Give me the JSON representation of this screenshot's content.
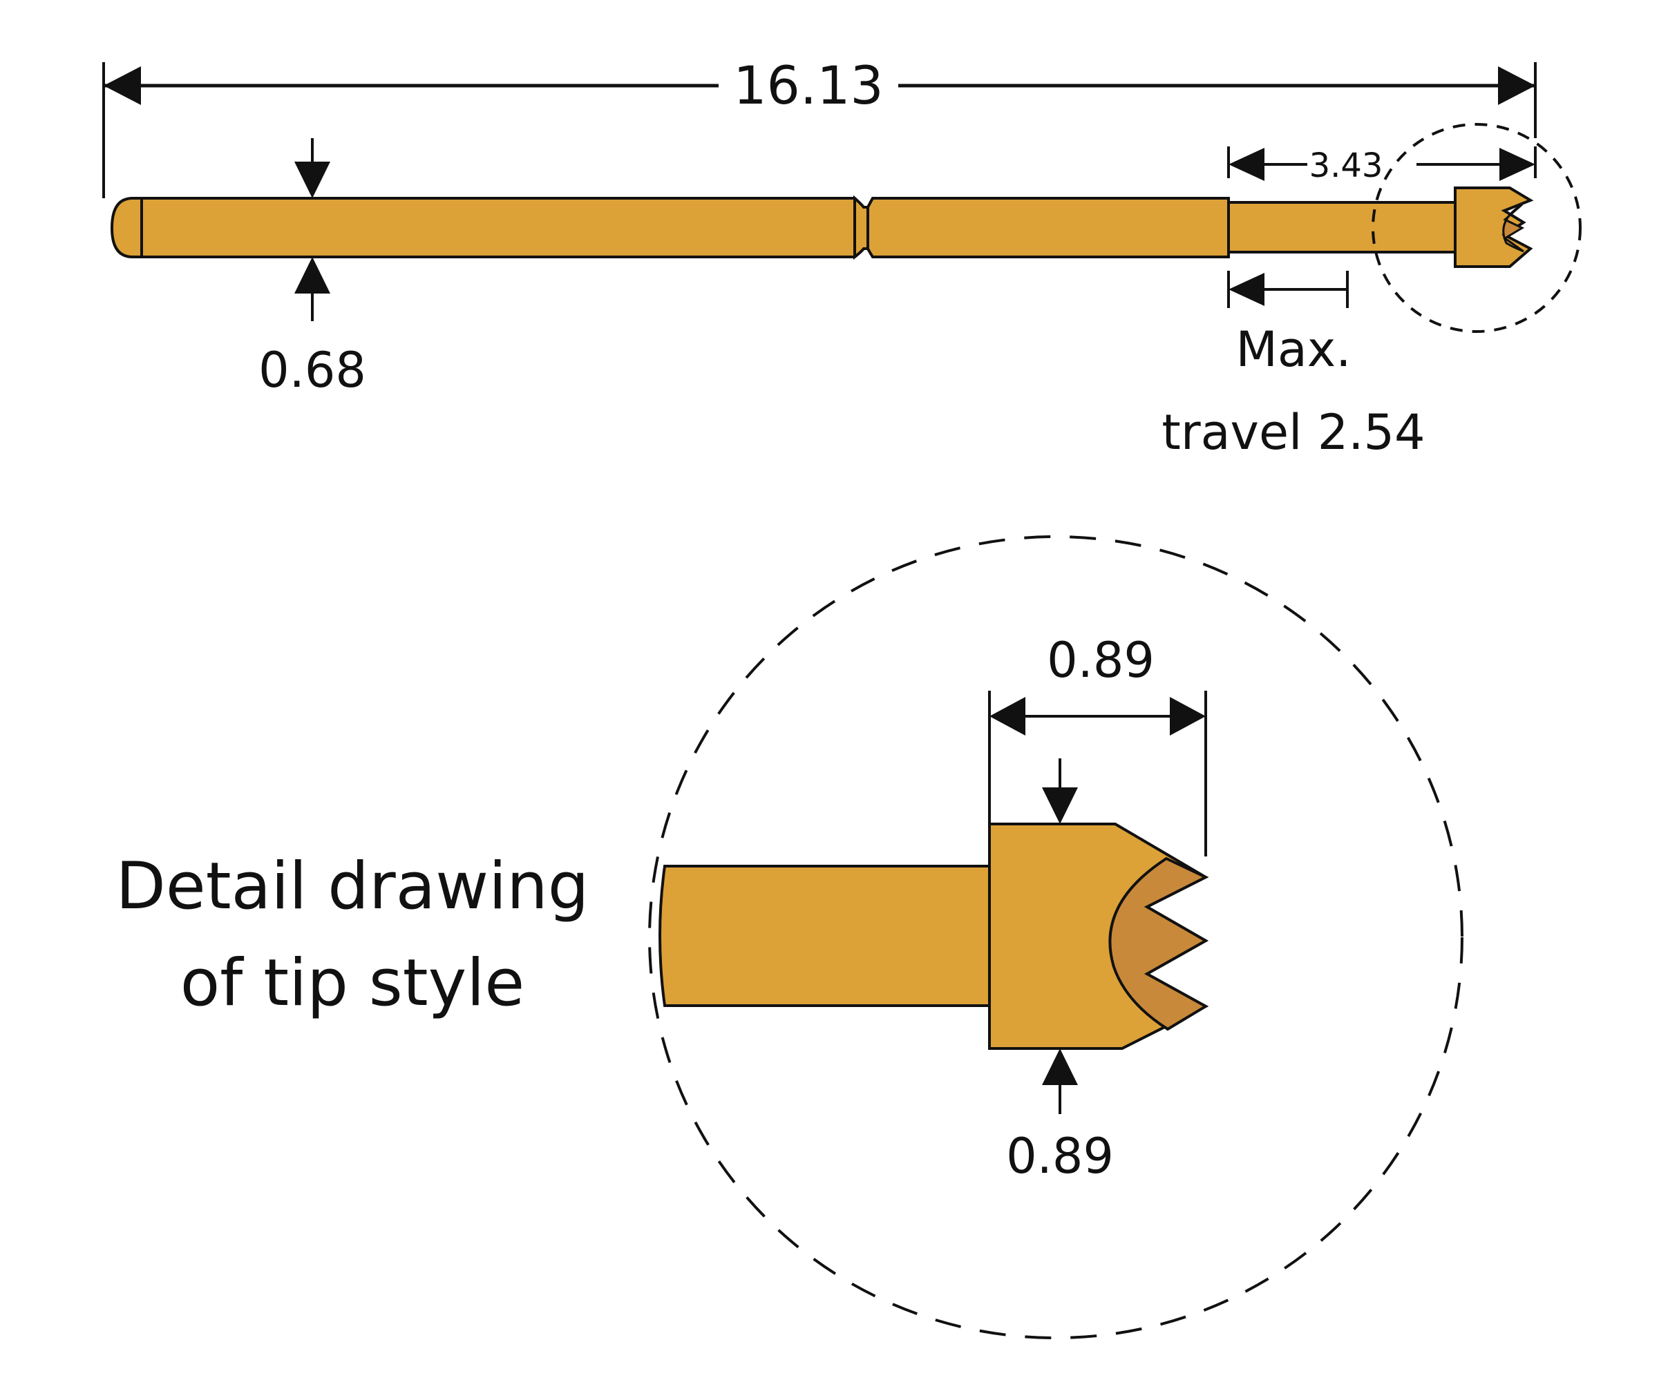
{
  "colors": {
    "body_fill": "#DCA137",
    "cutout_fill": "#C9893A",
    "line": "#111111",
    "background": "#FFFFFF"
  },
  "dimensions": {
    "overall_length": "16.13",
    "barrel_diameter": "0.68",
    "plunger_length": "3.43",
    "max_travel_line1": "Max.",
    "max_travel_line2": "travel 2.54",
    "tip_length": "0.89",
    "tip_diameter": "0.89"
  },
  "caption": {
    "line1": "Detail drawing",
    "line2": "of tip style"
  }
}
